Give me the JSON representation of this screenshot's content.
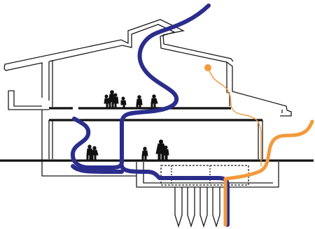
{
  "diagram": {
    "kind": "building-section-air-flow",
    "colors": {
      "background": "#ffffff",
      "structure": "#1a1a1a",
      "primary_flow": "#2b2d8c",
      "secondary_flow": "#f29a3c",
      "people": "#111111"
    },
    "elements": [
      "ground-line",
      "building-section-outline",
      "upper-floor",
      "lower-floor",
      "basement-plenum",
      "foundation-piles",
      "primary-air-flow-path",
      "secondary-air-flow-path",
      "occupants-upper",
      "occupants-lower"
    ],
    "texts": []
  }
}
